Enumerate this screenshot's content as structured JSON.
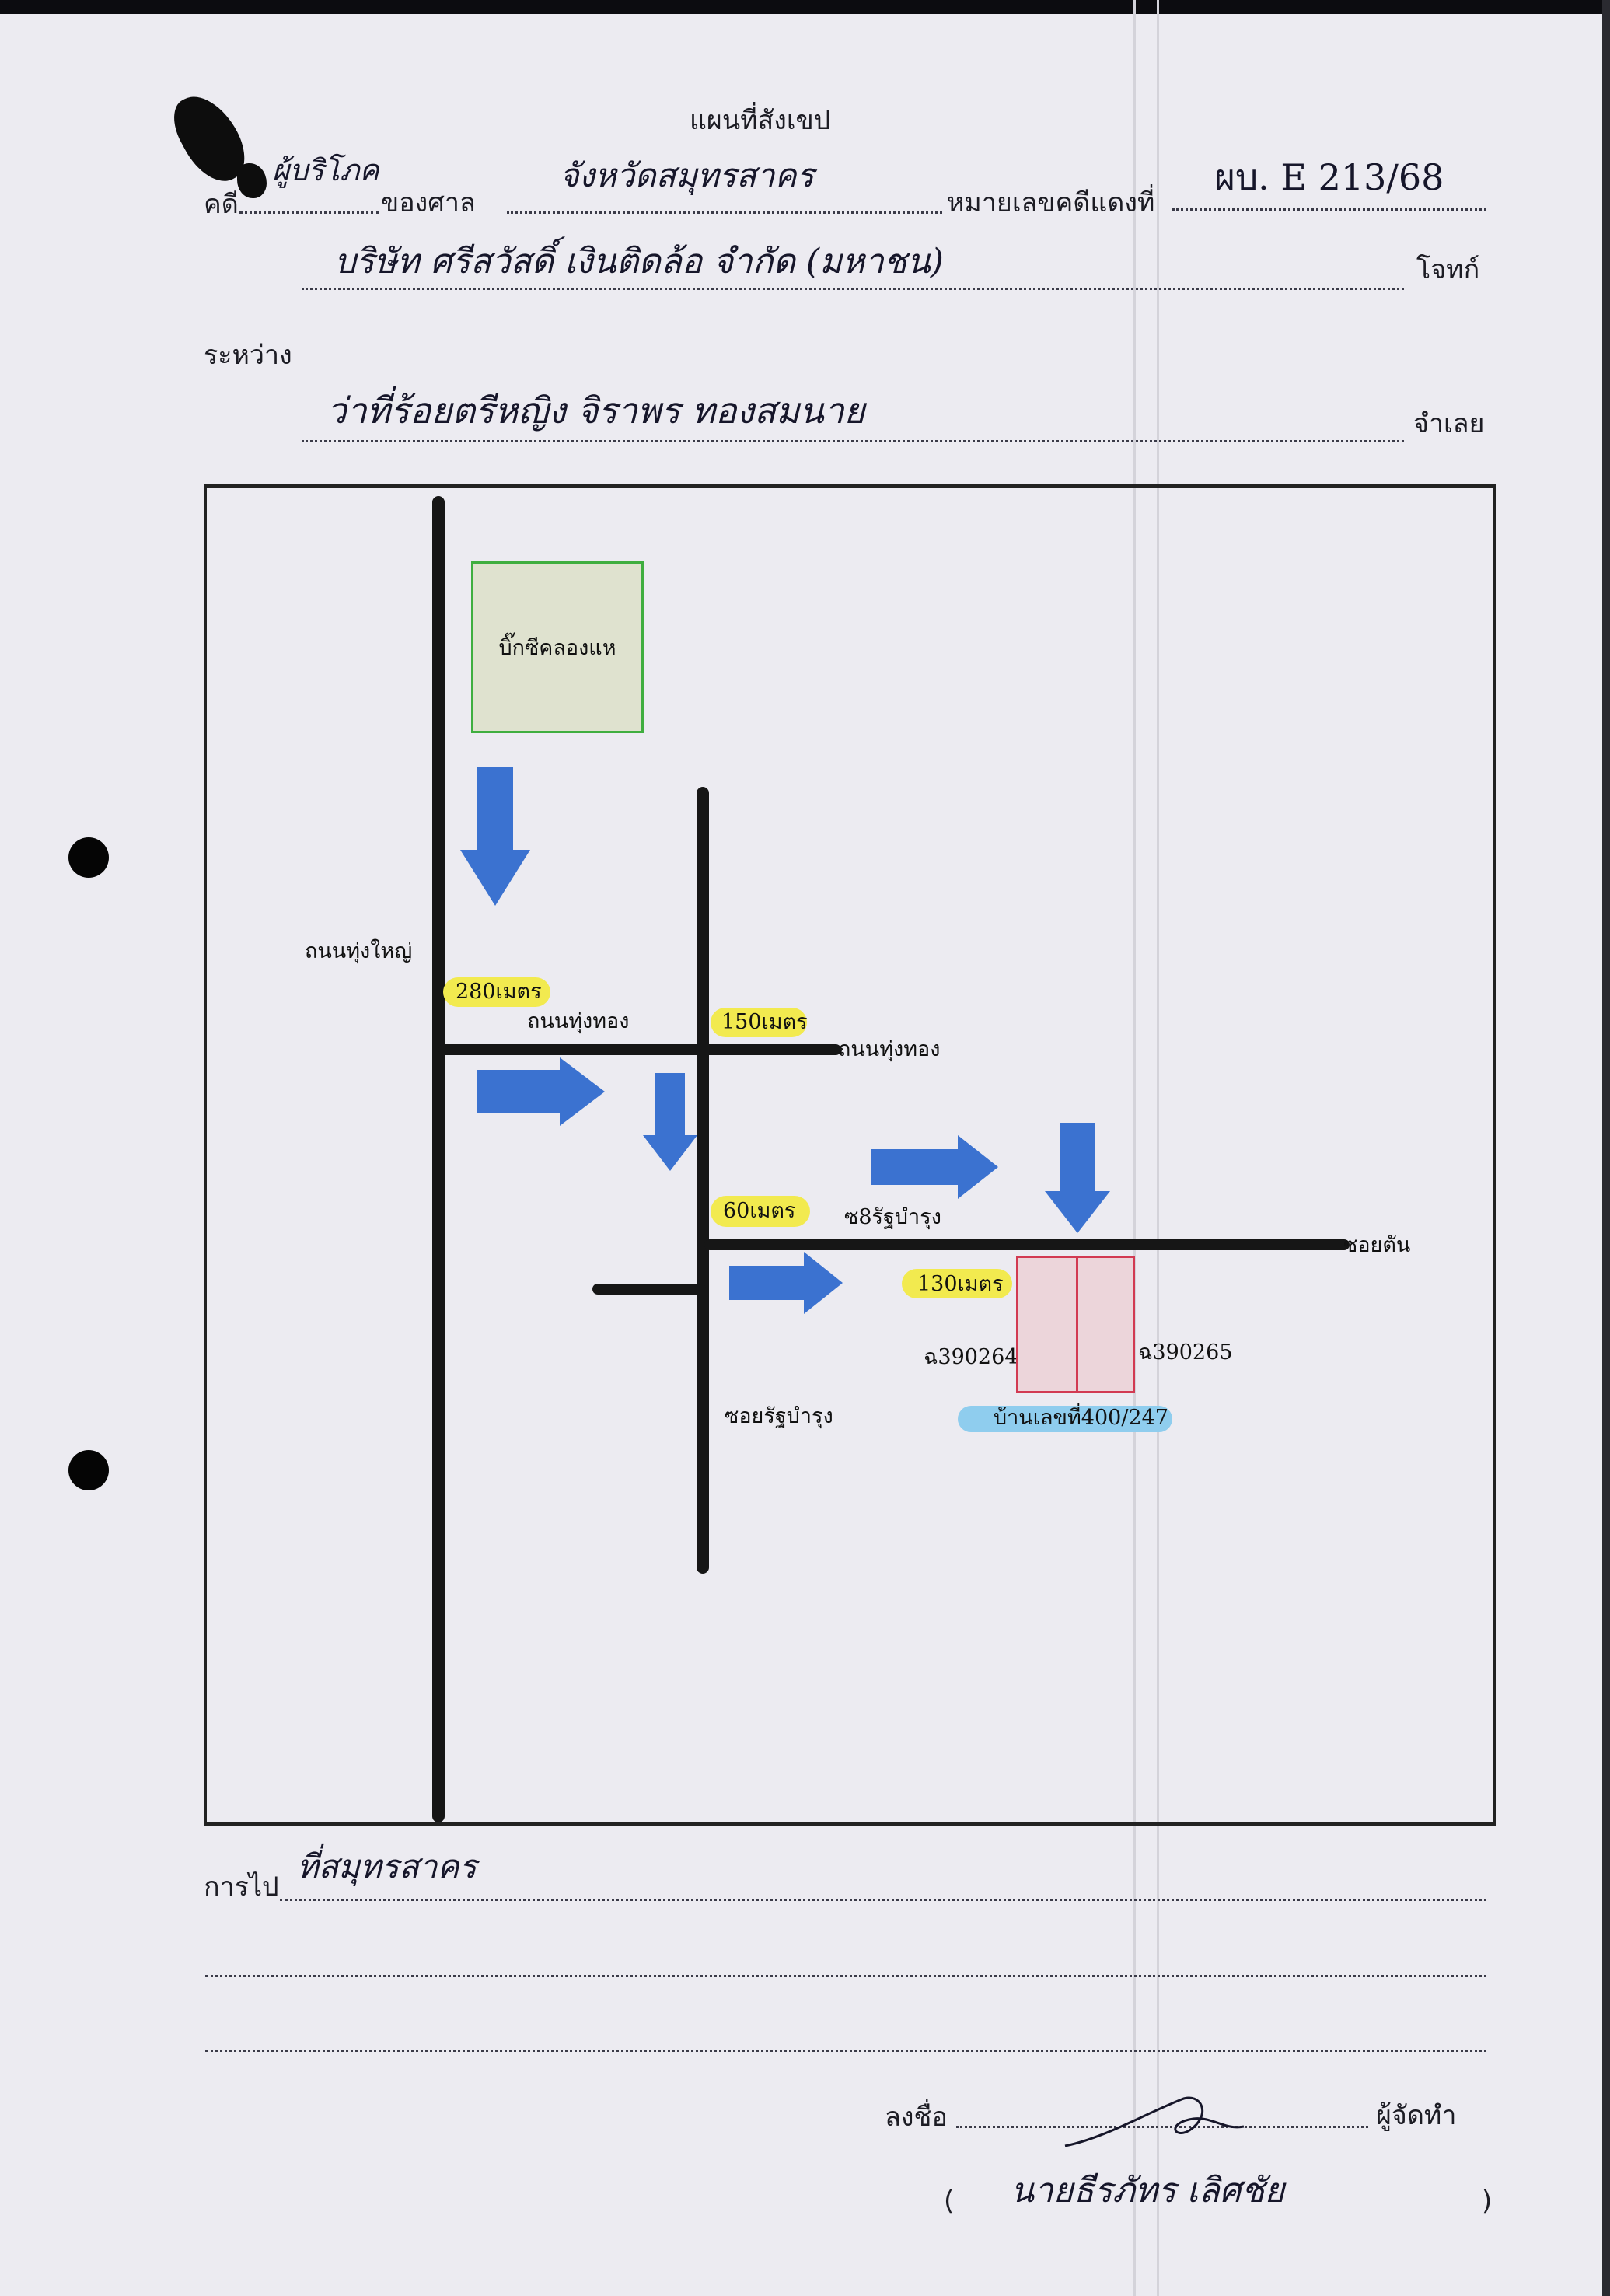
{
  "form": {
    "title": "แผนที่สังเขป",
    "case_label": "คดี",
    "case_value": "ผู้บริโภค",
    "court_label": "ของศาล",
    "court_value": "จังหวัดสมุทรสาคร",
    "red_case_label": "หมายเลขคดีแดงที่",
    "red_case_value": "ผบ. E 213/68",
    "plaintiff_value": "บริษัท ศรีสวัสดิ์ เงินติดล้อ จำกัด (มหาชน)",
    "plaintiff_label": "โจทก์",
    "between_label": "ระหว่าง",
    "defendant_value": "ว่าที่ร้อยตรีหญิง จิราพร ทองสมนาย",
    "defendant_label": "จำเลย"
  },
  "map": {
    "landmark": "บิ๊กซีคลองแห",
    "road_labels": {
      "thung_yai": "ถนนทุ่งใหญ่",
      "thung_thong_1": "ถนนทุ่งทอง",
      "thung_thong_2": "ถนนทุ่งทอง",
      "rat_bamrung_soi8": "ซ8รัฐบำรุง",
      "soi_rat_bamrung": "ซอยรัฐบำรุง",
      "dead_end": "ซอยตัน"
    },
    "distances": {
      "d1": "280เมตร",
      "d2": "150เมตร",
      "d3": "60เมตร",
      "d4": "130เมตร"
    },
    "parcels": {
      "left_deed": "ฉ390264",
      "right_deed": "ฉ390265"
    },
    "house_number": "บ้านเลขที่400/247",
    "arrow_color": "#3b72d0",
    "highlight_yellow": "#f2ea4f",
    "highlight_blue": "#8fcdee",
    "parcel_border_color": "#d23a52"
  },
  "footer": {
    "route_label": "การไป",
    "route_value": "ที่สมุทรสาคร",
    "sign_label": "ลงชื่อ",
    "preparer_label": "ผู้จัดทำ",
    "open_paren": "(",
    "signer_name": "นายธีรภัทร เลิศชัย",
    "close_paren": ")"
  }
}
